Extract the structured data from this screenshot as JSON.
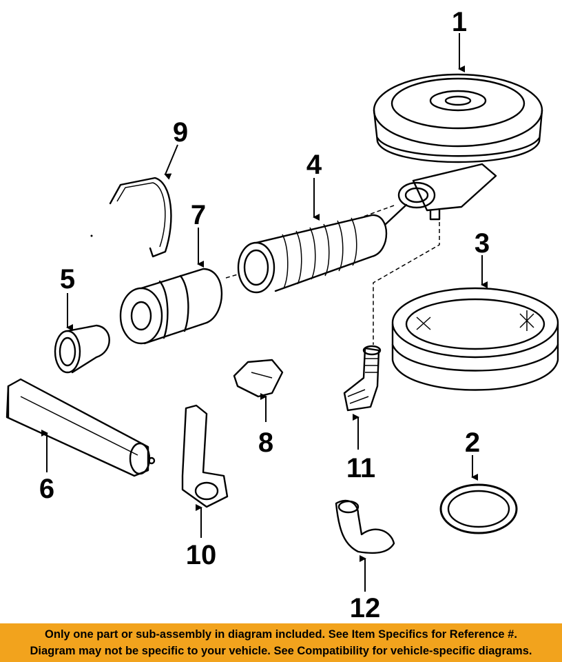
{
  "callouts": [
    "1",
    "2",
    "3",
    "4",
    "5",
    "6",
    "7",
    "8",
    "9",
    "10",
    "11",
    "12"
  ],
  "banner": {
    "line1": "Only one part or sub-assembly in diagram included. See Item Specifics for Reference #.",
    "line2": "Diagram may not be specific to your vehicle. See Compatibility for vehicle-specific diagrams."
  },
  "colors": {
    "banner_bg": "#f2a31d",
    "ink": "#000000",
    "background": "#ffffff"
  }
}
